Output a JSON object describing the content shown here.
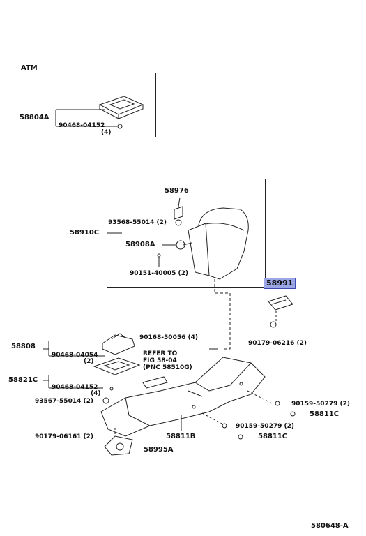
{
  "inset": {
    "title": "ATM",
    "parts": [
      "58804A",
      "90468-04152",
      "(4)"
    ]
  },
  "console_box": {
    "parts": [
      "58976",
      "93568-55014 (2)",
      "58910C",
      "58908A",
      "90151-40005 (2)"
    ]
  },
  "highlighted_part": {
    "label": "58991",
    "color": "#9aa6e6"
  },
  "labels": {
    "p90179_06216": "90179-06216 (2)",
    "p90168_50056": "90168-50056 (4)",
    "p58808": "58808",
    "p90468_04054": "90468-04054",
    "p2_a": "(2)",
    "refer_1": "REFER TO",
    "refer_2": "FIG 58-04",
    "refer_3": "(PNC 58510G)",
    "p58821C": "58821C",
    "p90468_04152b": "90468-04152",
    "p4_b": "(4)",
    "p93567_55014": "93567-55014 (2)",
    "p90159_50279a": "90159-50279 (2)",
    "p58811C_a": "58811C",
    "p90159_50279b": "90159-50279 (2)",
    "p58811C_b": "58811C",
    "p90179_06161": "90179-06161 (2)",
    "p58811B": "58811B",
    "p58995A": "58995A",
    "diagram_id": "580648-A"
  }
}
